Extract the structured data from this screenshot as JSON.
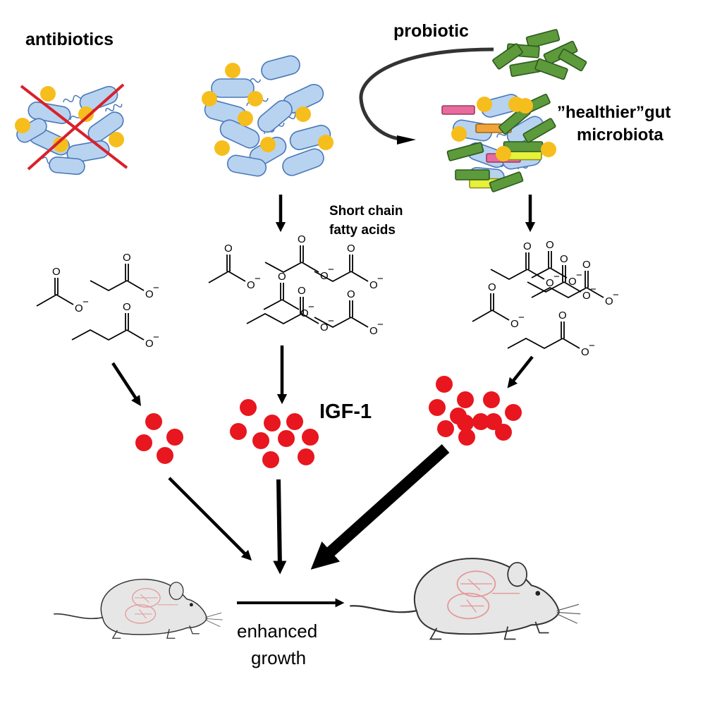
{
  "labels": {
    "antibiotics": "antibiotics",
    "probiotic": "probiotic",
    "healthier_line1": "”healthier”gut",
    "healthier_line2": "microbiota",
    "scfa_line1": "Short chain",
    "scfa_line2": "fatty acids",
    "igf": "IGF-1",
    "growth_line1": "enhanced",
    "growth_line2": "growth"
  },
  "chem": {
    "oxygen": "O",
    "anion": "O",
    "charge": "−"
  },
  "colors": {
    "bacteria_fill": "#b8d3f0",
    "bacteria_stroke": "#4a78b8",
    "yellow_particle": "#f6be1c",
    "probiotic_green": "#5c9a3c",
    "pink_bacteria": "#e76b9c",
    "orange_bacteria": "#f0a43a",
    "lime_bacteria": "#e7f03a",
    "igf_red": "#e8161e",
    "cross_red": "#d9202a",
    "mouse_fill": "#e6e6e6",
    "lung_pink": "#e59898"
  }
}
